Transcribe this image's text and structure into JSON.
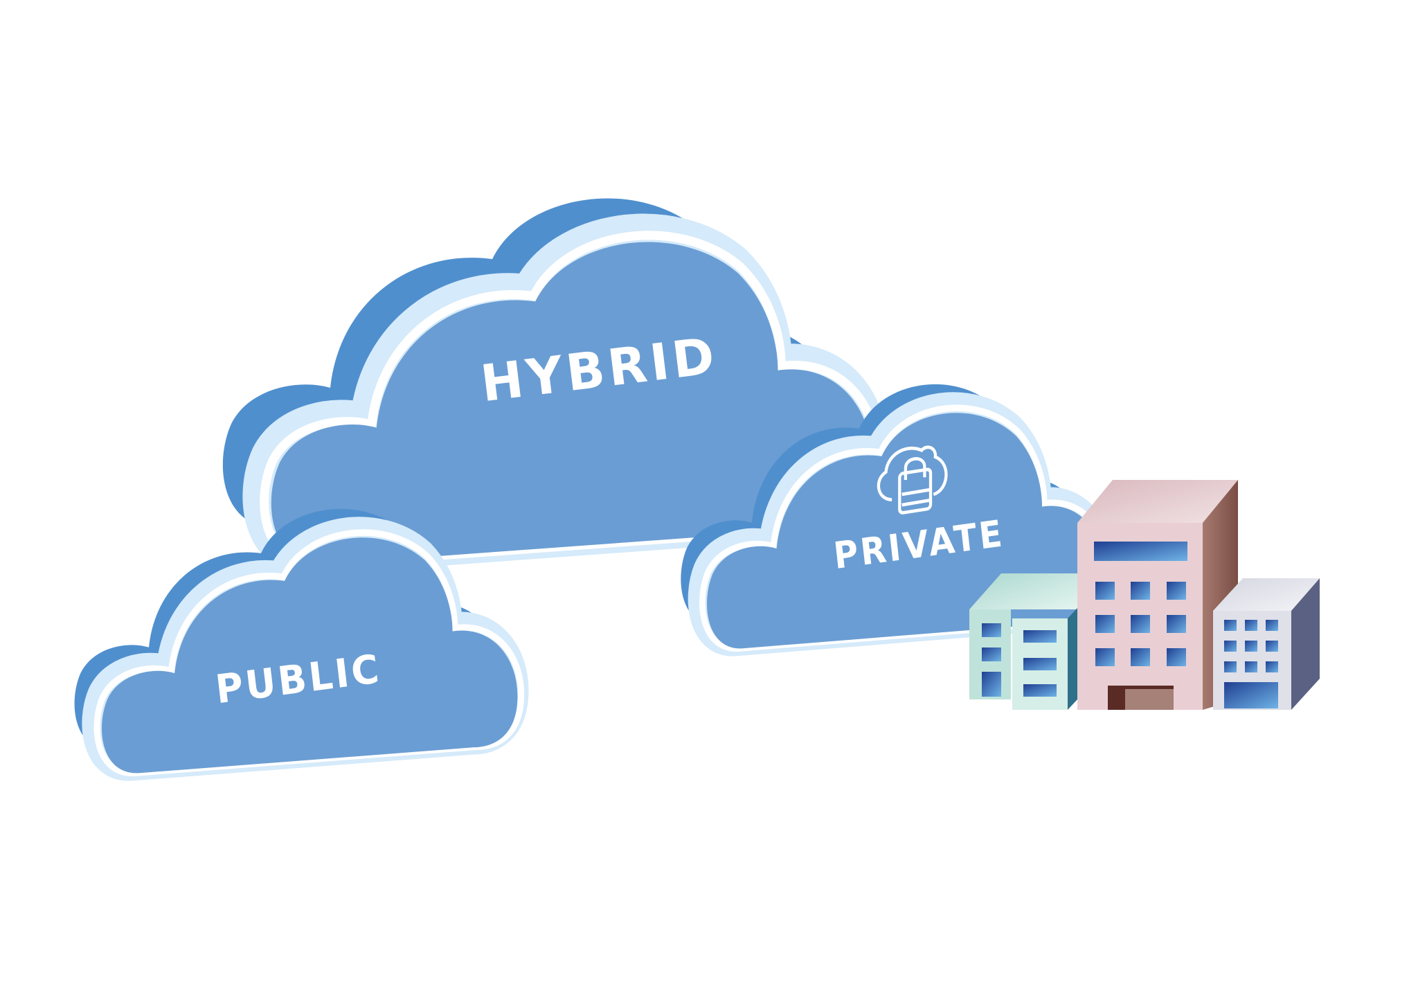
{
  "clouds": {
    "hybrid": {
      "label": "HYBRID"
    },
    "public": {
      "label": "PUBLIC"
    },
    "private": {
      "label": "PRIVATE",
      "icon": "cloud-lock-icon"
    }
  },
  "buildings": {
    "icon": "office-buildings-icon"
  },
  "colors": {
    "cloud_front": "#6a9dd3",
    "cloud_back": "#4f8fce",
    "cloud_rim": "#d5eafa",
    "building_main": "#e4c9cd",
    "building_left": "#cfe9e0",
    "building_right": "#e6e7ee",
    "window": "#2a4f9e"
  }
}
